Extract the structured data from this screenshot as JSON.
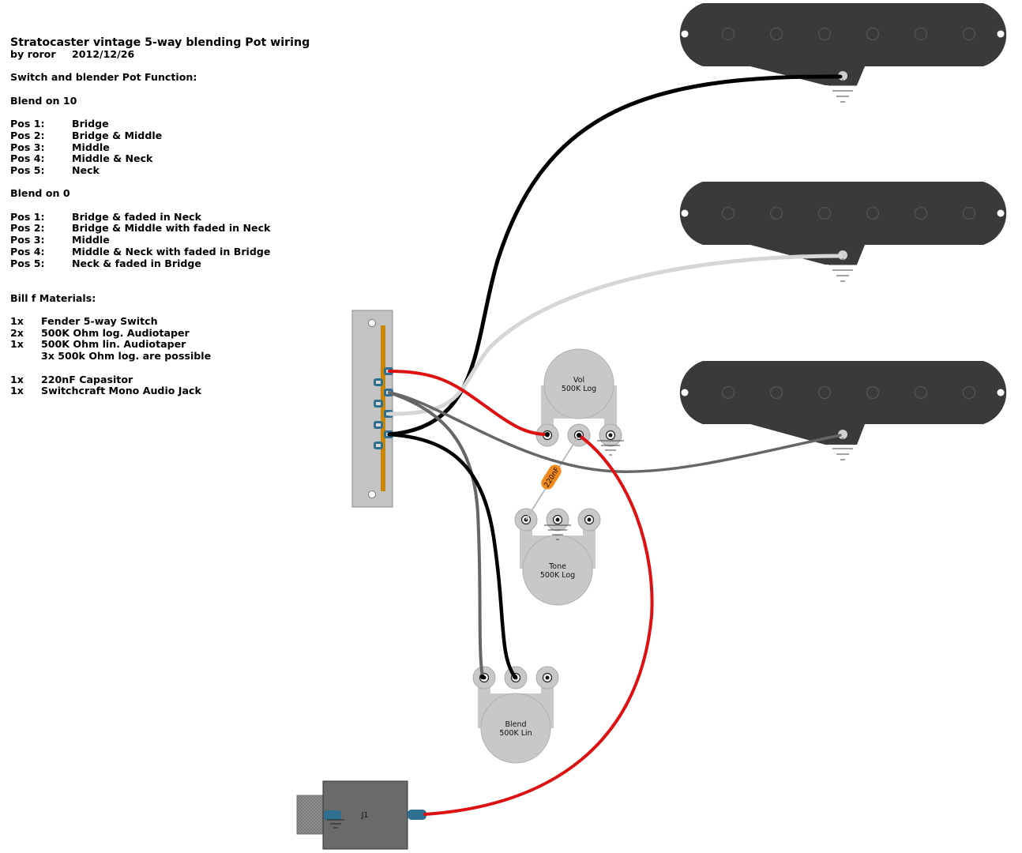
{
  "header": {
    "title": "Stratocaster vintage 5-way blending Pot wiring",
    "author": "by roror",
    "date": "2012/12/26"
  },
  "function_heading": "Switch and blender Pot Function:",
  "blend_10": {
    "heading": "Blend on 10",
    "positions": [
      {
        "pos": "Pos 1:",
        "pickups": "Bridge"
      },
      {
        "pos": "Pos 2:",
        "pickups": "Bridge & Middle"
      },
      {
        "pos": "Pos 3:",
        "pickups": "Middle"
      },
      {
        "pos": "Pos 4:",
        "pickups": "Middle & Neck"
      },
      {
        "pos": "Pos 5:",
        "pickups": "Neck"
      }
    ]
  },
  "blend_0": {
    "heading": "Blend on 0",
    "positions": [
      {
        "pos": "Pos 1:",
        "pickups": "Bridge & faded in Neck"
      },
      {
        "pos": "Pos 2:",
        "pickups": "Bridge & Middle with faded in Neck"
      },
      {
        "pos": "Pos 3:",
        "pickups": "Middle"
      },
      {
        "pos": "Pos 4:",
        "pickups": "Middle & Neck with faded in Bridge"
      },
      {
        "pos": "Pos 5:",
        "pickups": "Neck & faded in Bridge"
      }
    ]
  },
  "materials": {
    "heading": "Bill f Materials:",
    "items": [
      {
        "qty": "1x",
        "desc": "Fender 5-way Switch"
      },
      {
        "qty": "2x",
        "desc": "500K Ohm log. Audiotaper"
      },
      {
        "qty": "1x",
        "desc": "500K Ohm lin. Audiotaper"
      },
      {
        "qty": "",
        "desc": "3x 500k Ohm log. are possible"
      }
    ],
    "items2": [
      {
        "qty": "1x",
        "desc": "220nF Capasitor"
      },
      {
        "qty": "1x",
        "desc": "Switchcraft Mono Audio Jack"
      }
    ]
  },
  "components": {
    "vol": {
      "name": "Vol",
      "value": "500K Log"
    },
    "tone": {
      "name": "Tone",
      "value": "500K Log"
    },
    "blend": {
      "name": "Blend",
      "value": "500K Lin"
    },
    "capacitor": {
      "label": "220nF"
    },
    "jack": {
      "label": "J1"
    }
  },
  "colors": {
    "pickup": "#3a3a3a",
    "pot": "#c8c8c8",
    "wire_red": "#dd1111",
    "wire_black": "#000000",
    "wire_white": "#d6d6d6",
    "wire_gray": "#666666",
    "switch_lug": "#2f6f8f",
    "switch_rail": "#c8860a",
    "capacitor": "#f08a1c",
    "jack_body": "#6a6a6a",
    "jack_tip": "#2f6f8f"
  }
}
